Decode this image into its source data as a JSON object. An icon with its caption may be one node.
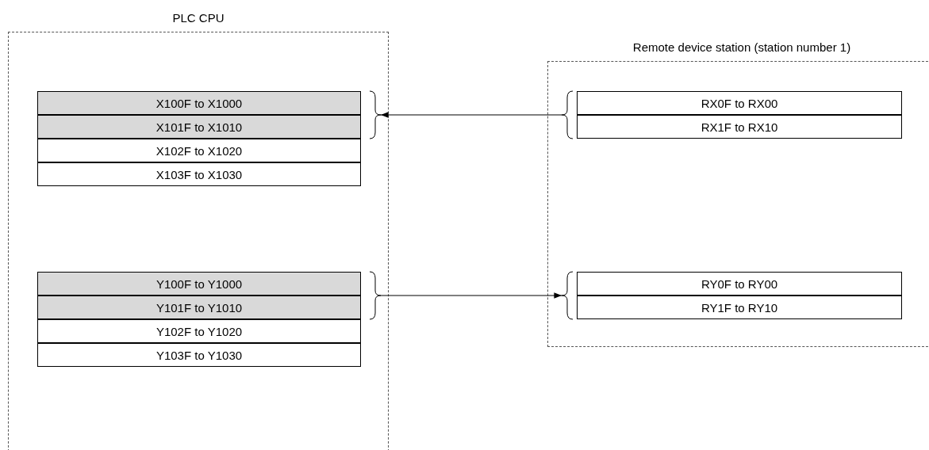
{
  "diagram": {
    "nodes": [
      {
        "text": [
          "PLC CPU"
        ]
      },
      {
        "text": [
          "X100F to X1000"
        ],
        "in": 0
      },
      {
        "text": [
          "X101F to X1010"
        ],
        "in": 0
      },
      {
        "text": [
          "X102F to X1020"
        ],
        "in": 0
      },
      {
        "text": [
          "X103F to X1030"
        ],
        "in": 0
      },
      {
        "text": [],
        "shape": "bracket",
        "in": 0
      },
      {
        "text": [
          "Y100F to Y1000"
        ],
        "in": 0
      },
      {
        "text": [
          "Y101F to Y1010"
        ],
        "in": 0
      },
      {
        "text": [
          "Y102F to Y1020"
        ],
        "in": 0
      },
      {
        "text": [
          "Y103F to Y1030"
        ],
        "in": 0
      },
      {
        "text": [],
        "shape": "bracket",
        "in": 0
      },
      {
        "text": [
          "Remote device station (station number 1)"
        ]
      },
      {
        "text": [],
        "shape": "bracket",
        "in": 11
      },
      {
        "text": [
          "RX0F to RX00"
        ],
        "in": 11
      },
      {
        "text": [
          "RX1F to RX10"
        ],
        "in": 11
      },
      {
        "text": [],
        "shape": "bracket",
        "in": 11
      },
      {
        "text": [
          "RY0F to RY00"
        ],
        "in": 11
      },
      {
        "text": [
          "RY1F to RY10"
        ],
        "in": 11
      }
    ],
    "edges": [
      {
        "from": 12,
        "to": 5,
        "arrow": "to"
      },
      {
        "from": 10,
        "to": 15,
        "arrow": "to"
      }
    ]
  }
}
